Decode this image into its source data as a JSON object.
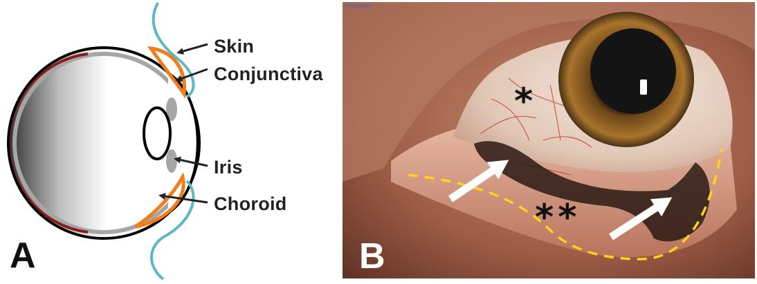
{
  "panel_a": {
    "letter": "A",
    "labels": {
      "skin": "Skin",
      "conjunctiva": "Conjunctiva",
      "iris": "Iris",
      "choroid": "Choroid"
    }
  },
  "panel_b": {
    "letter": "B",
    "corner_tag": "0000000000",
    "markers": {
      "single": "*",
      "double": "**"
    }
  },
  "colors": {
    "skin_line": "#5bb8c4",
    "conjunctiva_line": "#f07d1a",
    "choroid_arc": "#8b1a1a",
    "iris": "#a6a6a6",
    "guide_line": "#ffd21a"
  }
}
